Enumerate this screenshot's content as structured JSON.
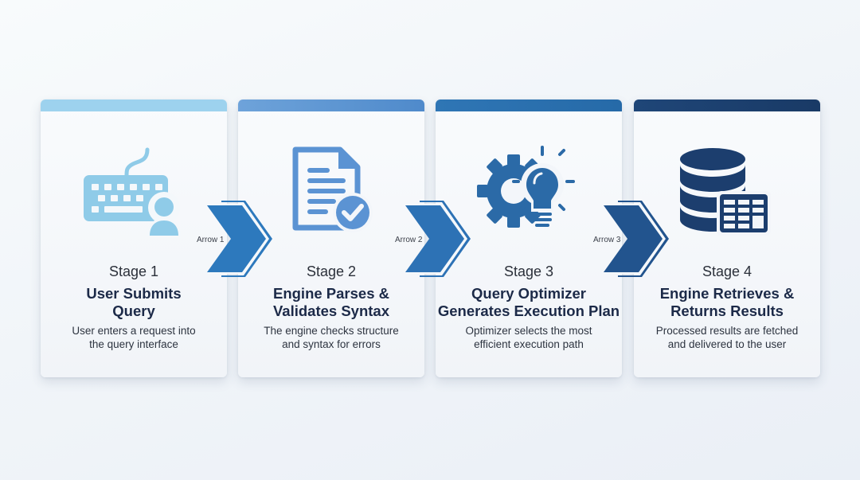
{
  "diagram": {
    "stages": [
      {
        "label": "Stage 1",
        "title": "User Submits Query",
        "description": "User enters a request into the query interface",
        "icon": "keyboard-user-icon",
        "accent": "#9dd2ee"
      },
      {
        "label": "Stage 2",
        "title": "Engine Parses & Validates Syntax",
        "description": "The engine checks structure and syntax for errors",
        "icon": "document-check-icon",
        "accent": "#5b93d3"
      },
      {
        "label": "Stage 3",
        "title": "Query Optimizer Generates Execution Plan",
        "description": "Optimizer selects the most efficient execution path",
        "icon": "gear-lightbulb-icon",
        "accent": "#2b6fad"
      },
      {
        "label": "Stage 4",
        "title": "Engine Retrieves & Returns Results",
        "description": "Processed results are fetched and delivered to the user",
        "icon": "database-table-icon",
        "accent": "#1b3d6c"
      }
    ],
    "arrows": [
      {
        "label": "Arrow 1",
        "color": "#2d79bd"
      },
      {
        "label": "Arrow 2",
        "color": "#2d72b5"
      },
      {
        "label": "Arrow 3",
        "color": "#22548e"
      }
    ],
    "colors": {
      "title_text": "#1c2a48",
      "body_text": "#2d3440",
      "icon_stage1": "#8fcbe8",
      "icon_stage2": "#5b93d3",
      "icon_stage3": "#2b6aa7",
      "icon_stage4": "#1c3e6e"
    }
  }
}
